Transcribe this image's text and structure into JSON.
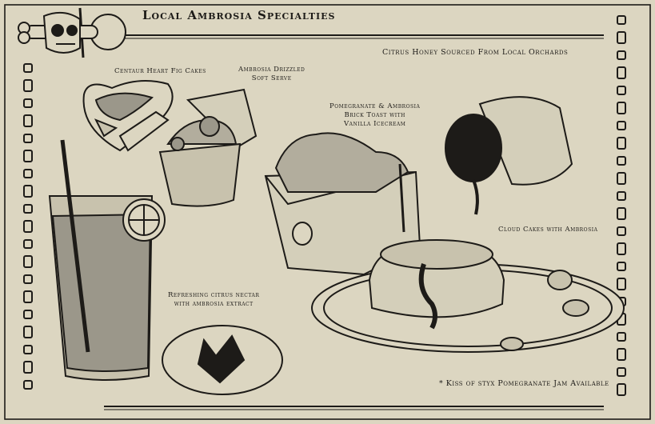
{
  "menu": {
    "title": "Local Ambrosia Specialties",
    "sourcing_note": "Citrus Honey Sourced From Local Orchards",
    "footnote": "* Kiss of styx Pomegranate Jam Available"
  },
  "items": {
    "fig_cakes": "Centaur Heart Fig Cakes",
    "soft_serve_line1": "Ambrosia Drizzled",
    "soft_serve_line2": "Soft Serve",
    "brick_toast_line1": "Pomegranate & Ambrosia",
    "brick_toast_line2": "Brick Toast with",
    "brick_toast_line3": "Vanilla Icecream",
    "cloud_cakes": "Cloud Cakes with Ambrosia",
    "drink_line1": "Refreshing citrus nectar",
    "drink_line2": "with ambrosia extract"
  },
  "colors": {
    "paper": "#dcd6c1",
    "ink": "#1d1b18",
    "shade": "#9b978a"
  },
  "icons": [
    "skull-logo-icon",
    "coaster-emblem-icon"
  ]
}
